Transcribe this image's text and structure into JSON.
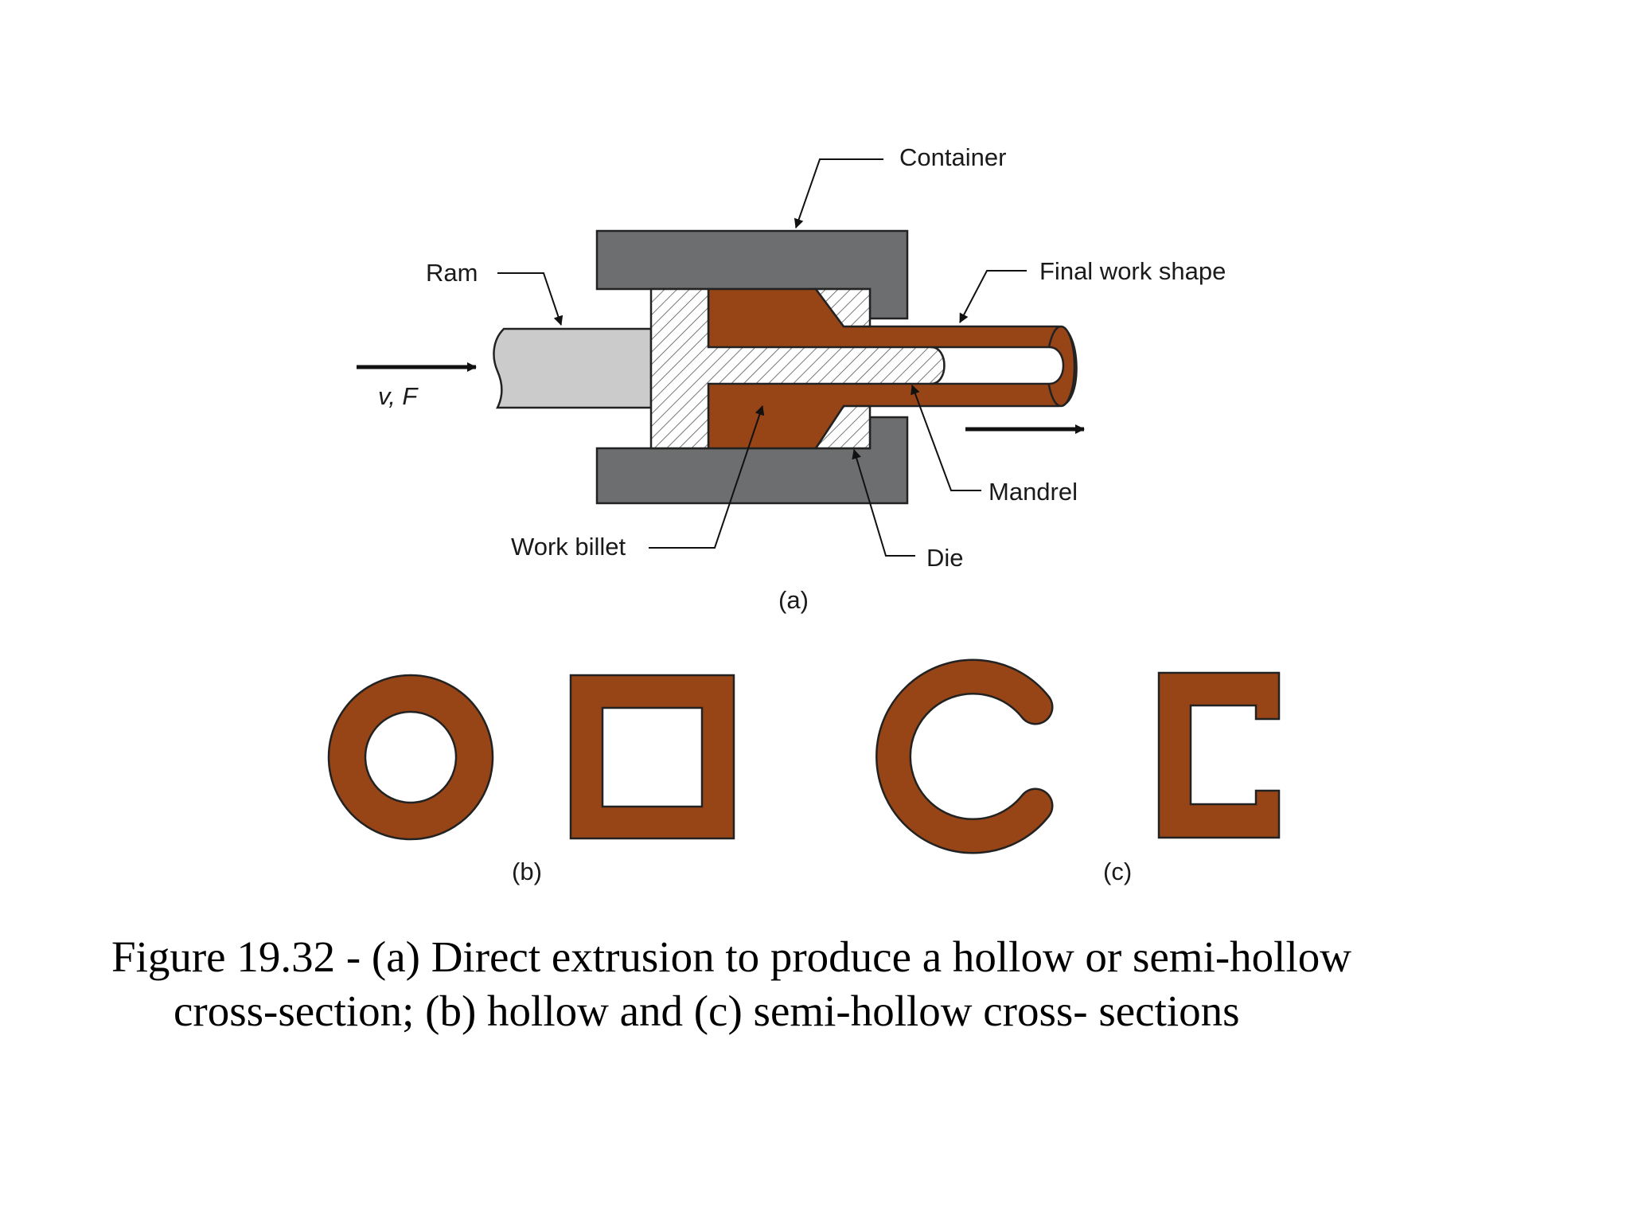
{
  "diagram_a": {
    "labels": {
      "container": "Container",
      "ram": "Ram",
      "final_work_shape": "Final work shape",
      "force": "v, F",
      "mandrel": "Mandrel",
      "work_billet": "Work billet",
      "die": "Die"
    },
    "sublabel": "(a)"
  },
  "diagram_b": {
    "sublabel": "(b)"
  },
  "diagram_c": {
    "sublabel": "(c)"
  },
  "caption": {
    "line1": "Figure 19.32 - (a) Direct extrusion to produce a hollow or semi-hollow",
    "line2": "cross-section; (b) hollow and (c) semi-hollow cross- sections"
  },
  "colors": {
    "container": "#6d6e70",
    "work_material": "#974516",
    "ram": "#cbcbcb",
    "hatch": "#444444"
  }
}
